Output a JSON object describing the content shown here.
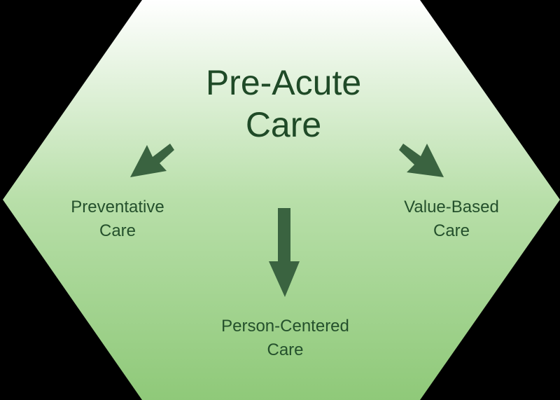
{
  "diagram": {
    "shape": "hexagon",
    "gradient": {
      "top": "#ffffff",
      "bottom": "#8fc979"
    },
    "arrow_color": "#3a6340",
    "text_color": "#24502c",
    "title": {
      "line1": "Pre-Acute",
      "line2": "Care"
    },
    "nodes": [
      {
        "id": "left",
        "line1": "Preventative",
        "line2": "Care"
      },
      {
        "id": "right",
        "line1": "Value-Based",
        "line2": "Care"
      },
      {
        "id": "bottom",
        "line1": "Person-Centered",
        "line2": "Care"
      }
    ],
    "arrows": [
      {
        "from": "title",
        "to": "left",
        "direction": "down-left"
      },
      {
        "from": "title",
        "to": "bottom",
        "direction": "down"
      },
      {
        "from": "title",
        "to": "right",
        "direction": "down-right"
      }
    ]
  }
}
